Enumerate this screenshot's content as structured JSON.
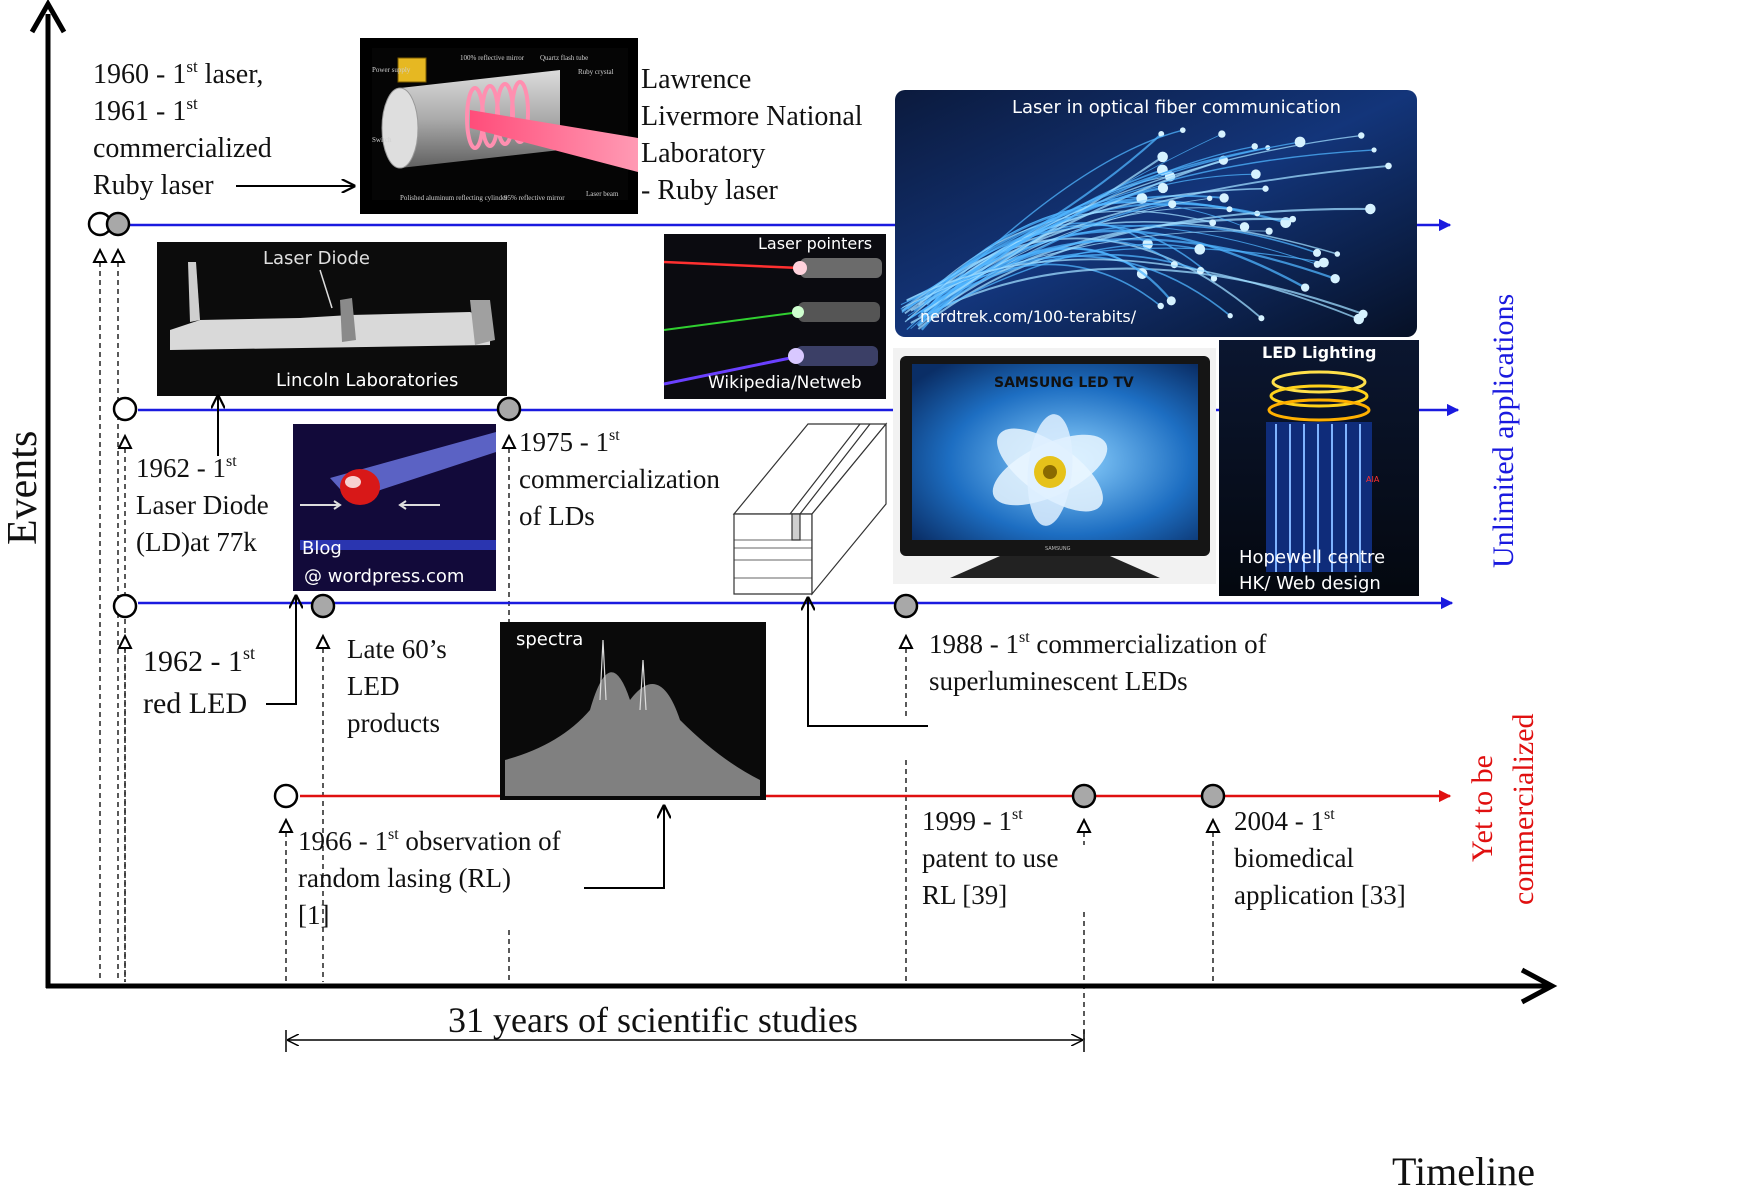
{
  "axes": {
    "y_label": "Events",
    "x_label": "Timeline",
    "span_label": "31 years of scientific studies"
  },
  "side_labels": {
    "unlimited": "Unlimited applications",
    "yet_line1": "Yet to be",
    "yet_line2": "commercialized"
  },
  "colors": {
    "commercial_line": "#1a1adf",
    "rl_line": "#e01010",
    "first_event": "#ffffff",
    "later_event": "#a8a8a8"
  },
  "events": {
    "ruby": {
      "line1_pre": "1960 - 1",
      "line1_sup": "st",
      "line1_post": " laser,",
      "line2_pre": "1961 - 1",
      "line2_sup": "st",
      "line3": "commercialized",
      "line4": "Ruby laser"
    },
    "ld": {
      "line1_pre": "1962 - 1",
      "line1_sup": "st",
      "line2": "Laser Diode",
      "line3": "(LD)at 77k"
    },
    "ld_comm": {
      "line1_pre": "1975 - 1",
      "line1_sup": "st",
      "line2": "commercialization",
      "line3": "of LDs"
    },
    "led": {
      "line1_pre": "1962 - 1",
      "line1_sup": "st",
      "line2": "red LED"
    },
    "led_products": {
      "line1": "Late 60’s",
      "line2": "LED",
      "line3": "products"
    },
    "sled": {
      "line1_pre": "1988 - 1",
      "line1_sup": "st",
      "line1_post": " commercialization of",
      "line2": "superluminescent LEDs"
    },
    "rl_obs": {
      "line1_pre": "1966 - 1",
      "line1_sup": "st",
      "line1_post": " observation of",
      "line2": "random lasing (RL)",
      "line3": "[1]"
    },
    "rl_patent": {
      "line1_pre": "1999 - 1",
      "line1_sup": "st",
      "line2": "patent to use",
      "line3": "RL [39]"
    },
    "rl_bio": {
      "line1_pre": "2004 - 1",
      "line1_sup": "st",
      "line2": "biomedical",
      "line3": "application [33]"
    }
  },
  "images": {
    "ruby_caption": {
      "line1": "Lawrence",
      "line2": "Livermore National",
      "line3": "Laboratory",
      "line4": "- Ruby laser"
    },
    "ruby_parts": {
      "p1": "100% reflective mirror",
      "p2": "Quartz flash tube",
      "p3": "Ruby crystal",
      "p4": "Power supply",
      "p5": "Switch",
      "p6": "Polished aluminum reflecting cylinder",
      "p7": "95% reflective mirror",
      "p8": "Laser beam"
    },
    "laser_diode": {
      "title": "Laser Diode",
      "credit": "Lincoln Laboratories"
    },
    "blog": {
      "line1": "Blog",
      "line2": "@ wordpress.com"
    },
    "spectra": {
      "label": "spectra"
    },
    "pointers": {
      "title": "Laser pointers",
      "credit": "Wikipedia/Netweb"
    },
    "fiber": {
      "title": "Laser in optical fiber communication",
      "credit": "nerdtrek.com/100-terabits/"
    },
    "tv": {
      "title": "SAMSUNG LED TV",
      "brand": "SAMSUNG"
    },
    "lighting": {
      "title": "LED Lighting",
      "credit_line1": "Hopewell centre",
      "credit_line2": "HK/ Web design",
      "sign": "AIA"
    }
  }
}
